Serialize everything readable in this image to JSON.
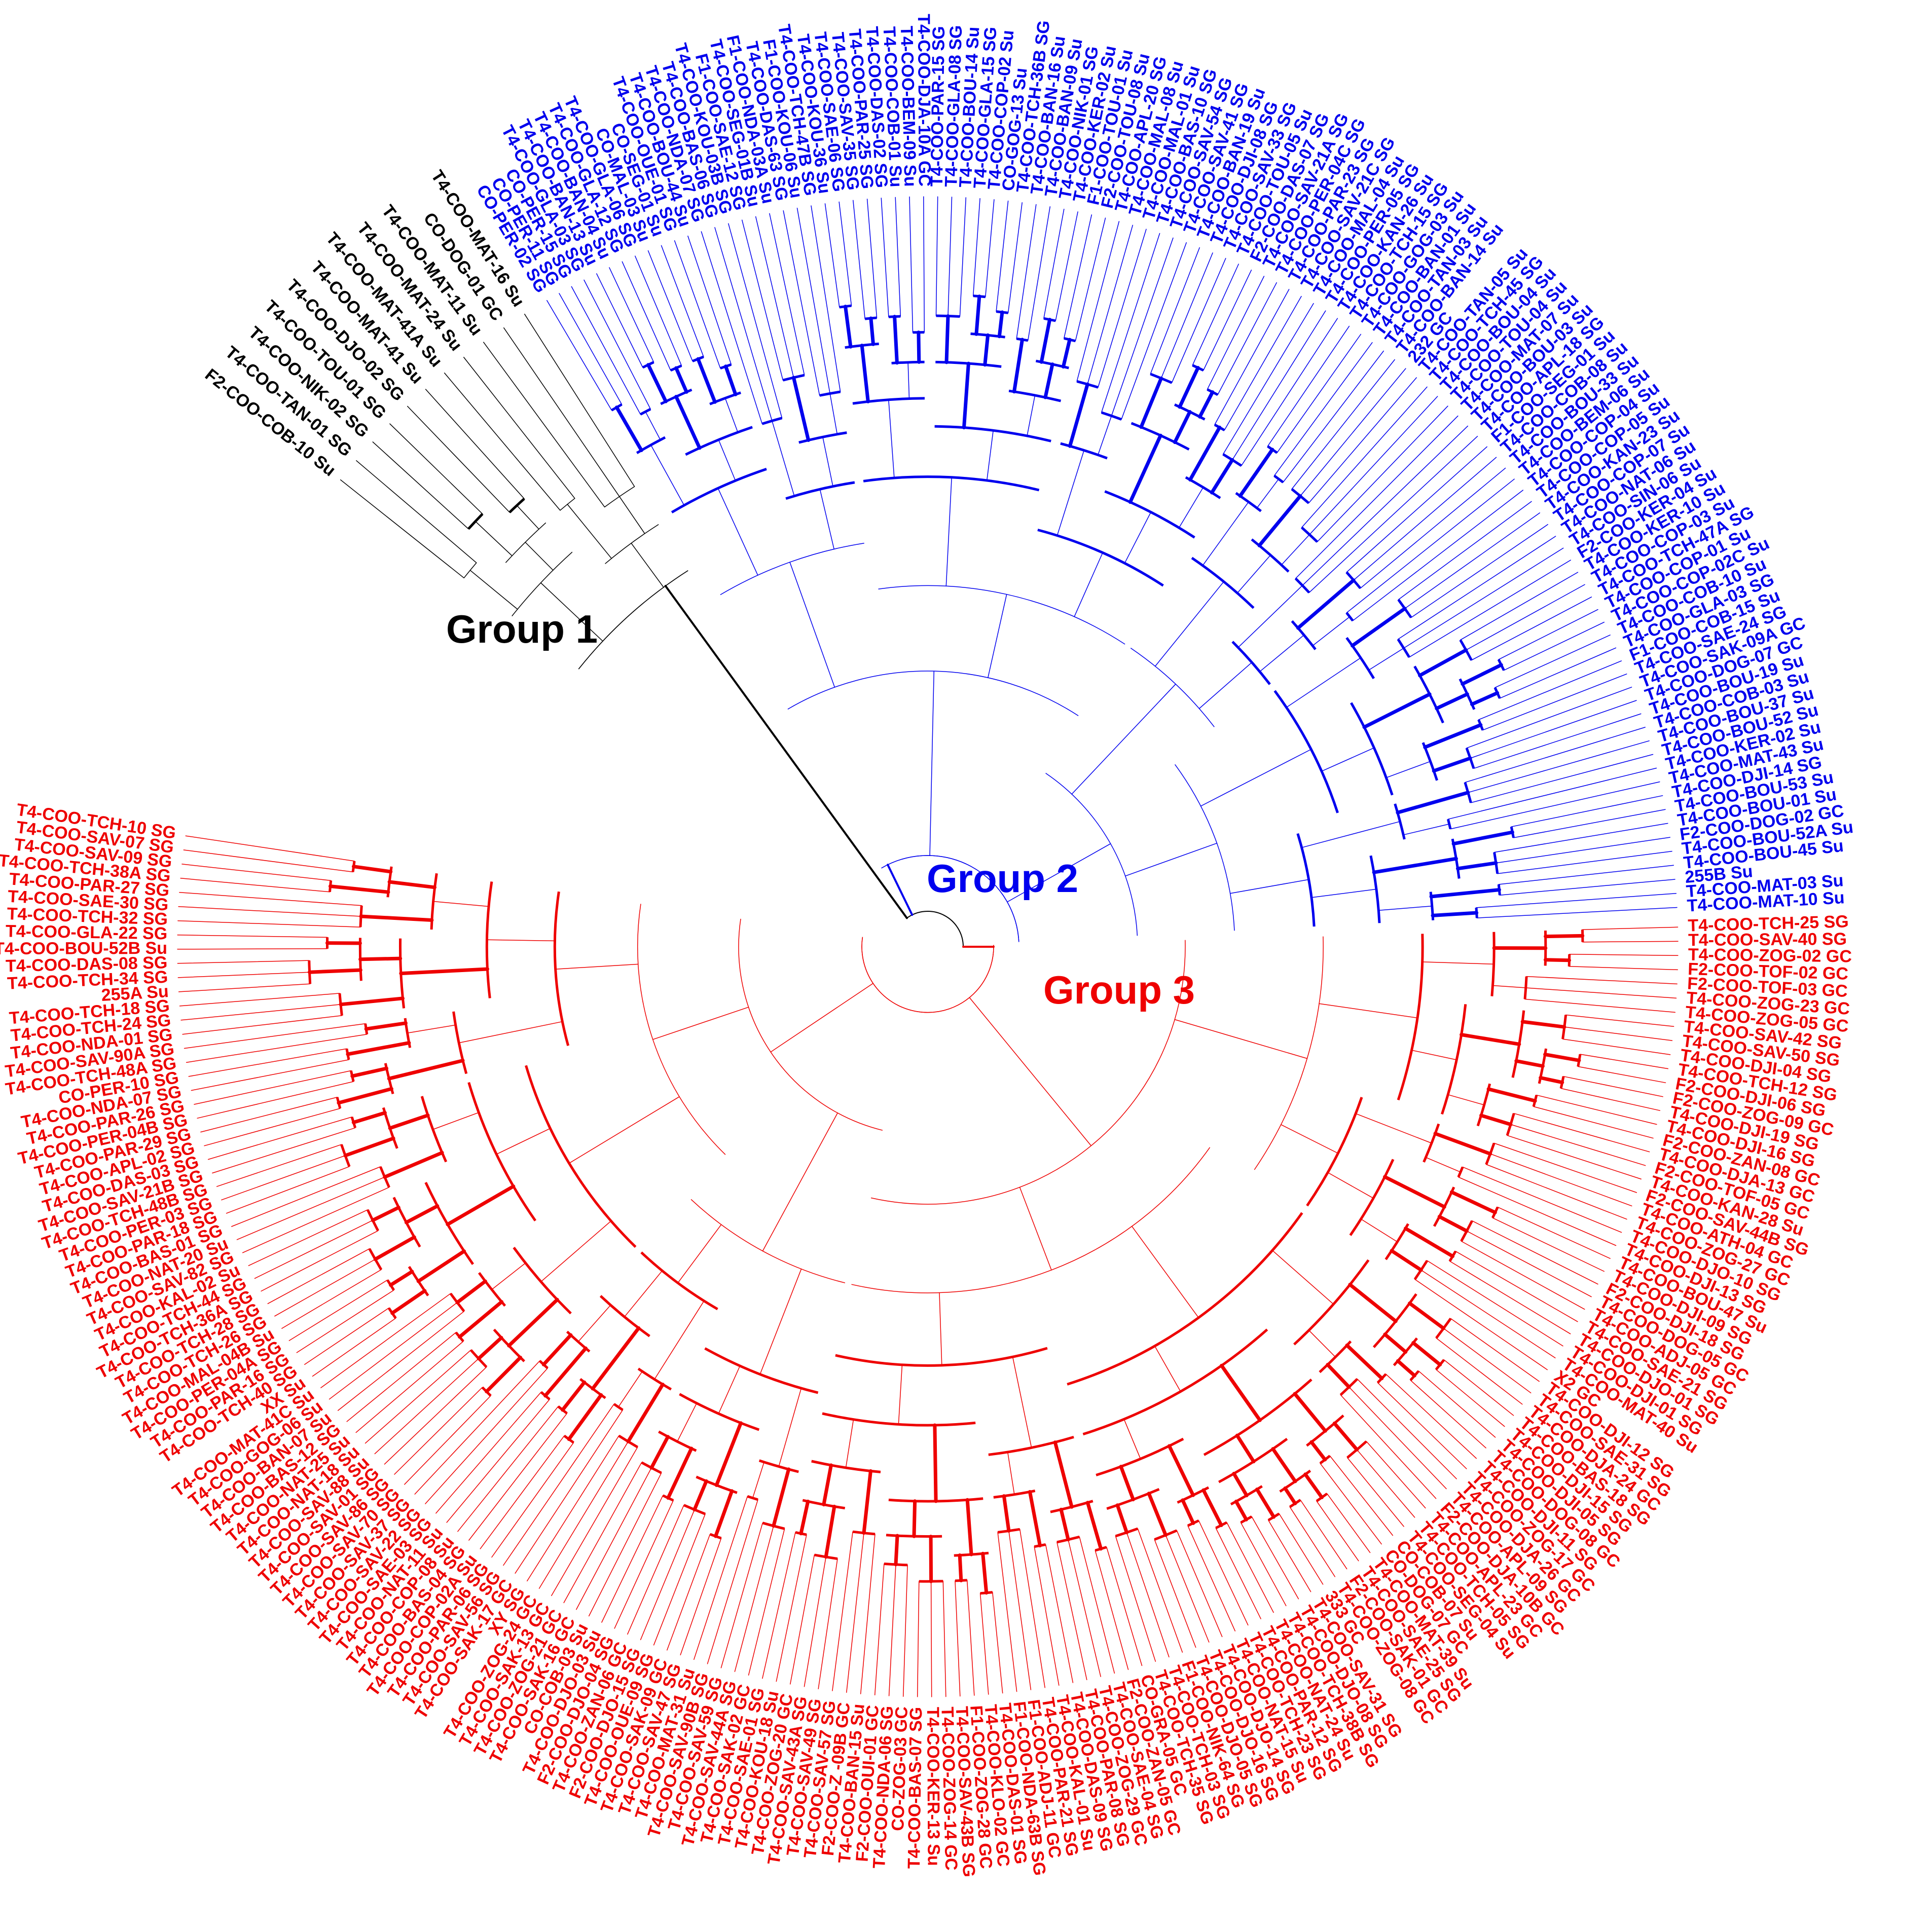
{
  "colors": {
    "group_1": "#000000",
    "group_2": "#0000ee",
    "group_3": "#ee0000"
  },
  "groups": [
    {
      "id": "group_1",
      "label": "Group 1",
      "leaves": [
        "F2-COO-COB-10 Su",
        "T4-COO-TAN-01 SG",
        "T4-COO-NIK-02 SG",
        "T4-COO-TOU-01 SG",
        "T4-COO-DJO-02 SG",
        "T4-COO-MAT-41 Su",
        "T4-COO-MAT-41A Su",
        "T4-COO-MAT-24 Su",
        "T4-COO-MAT-11 Su",
        "CO-DOG-01 GC",
        "T4-COO-MAT-16 Su"
      ]
    },
    {
      "id": "group_2",
      "label": "Group 2",
      "leaves": [
        "CO-PER-02 SG",
        "CO-PER-11 SG",
        "CO-PER-15 SG",
        "T4-COO-GLA-03 SG",
        "T4-COO-BAN-13 Su",
        "T4-COO-BAN-04 Su",
        "T4-COO-GLA-12 SG",
        "T4-COO-GLA-06 SG",
        "CO-MAL-03 Su",
        "CO-SEG-01 Su",
        "T4-COO-OUE-01 SG",
        "T4-COO-BOU-44 Su",
        "T4-COO-NDA-07 SG",
        "T4-COO-BAS-06 SG",
        "T4-COO-KOU-03B SG",
        "F1-COO-SAE-12 SG",
        "T4-COO-SEG-01B Su",
        "F1-COO-NDA-03A Su",
        "T4-COO-DAS-63 SG",
        "F1-COO-KOU-06 Su",
        "T4-COO-TCH-47B SG",
        "T4-COO-KOU-36 Su",
        "T4-COO-SAE-06 SG",
        "T4-COO-SAV-35 SG",
        "T4-COO-PAR-25 SG",
        "T4-COO-DAS-02 SG",
        "T4-COO-COB-01 Su",
        "T4-COO-BEM-09 Su",
        "T4-COO-DJA-10A GC",
        "T4-COO-PAR-15 SG",
        "T4-COO-GLA-08 SG",
        "T4-COO-BOU-14 Su",
        "T4-COO-GLA-15 SG",
        "T4-COO-COP-02 Su",
        "CO-GOG-13 Su",
        "T4-COO-TCH-36B SG",
        "T4-COO-BAN-16 Su",
        "T4-COO-BAN-09 Su",
        "T4-COO-NIK-01 SG",
        "T4-COO-KER-02 Su",
        "F1-COO-TOU-01 Su",
        "F2-COO-TOU-08 Su",
        "T4-COO-APL-20 SG",
        "T4-COO-MAL-08 Su",
        "T4-COO-MAL-01 Su",
        "T4-COO-BAS-10 SG",
        "T4-COO-SAV-54 SG",
        "T4-COO-SAV-41 SG",
        "T4-COO-BAN-19 Su",
        "T4-COO-DJI-08 SG",
        "T4-COO-SAV-33 SG",
        "T4-COO-TOU-05 Su",
        "F2-COO-DAS-07 SG",
        "T4-COO-SAV-21A SG",
        "T4-COO-PER-04C SG",
        "T4-COO-PAR-23 SG",
        "T4-COO-SAV-21C SG",
        "T4-COO-MAL-04 Su",
        "T4-COO-PER-05 SG",
        "T4-COO-KAN-26 Su",
        "T4-COO-TCH-15 SG",
        "T4-COO-GOG-03 Su",
        "T4-COO-BAN-01 Su",
        "T4-COO-TAN-03 Su",
        "T4-COO-BAN-14 Su",
        "232 GC",
        "T4-COO-TAN-05 Su",
        "T4-COO-TCH-45 SG",
        "T4-COO-BOU-04 Su",
        "T4-COO-TOU-04 Su",
        "T4-COO-MAT-07 Su",
        "T4-COO-BOU-03 Su",
        "T4-COO-APL-18 SG",
        "F1-COO-SEG-01 Su",
        "T4-COO-COB-08 Su",
        "T4-COO-BOU-33 Su",
        "T4-COO-BEM-06 Su",
        "T4-COO-COP-04 Su",
        "T4-COO-COP-05 Su",
        "T4-COO-KAN-23 Su",
        "T4-COO-COP-07 Su",
        "T4-COO-NAT-06 Su",
        "T4-COO-SIN-06 Su",
        "F2-COO-KER-04 Su",
        "T4-COO-KER-10 Su",
        "T4-COO-COP-03 Su",
        "T4-COO-TCH-47A SG",
        "T4-COO-COP-01 Su",
        "T4-COO-COP-02C Su",
        "T4-COO-COB-10 Su",
        "T4-COO-GLA-03 SG",
        "F1-COO-COB-15 Su",
        "T4-COO-SAE-24 SG",
        "T4-COO-SAK-09A GC",
        "T4-COO-DOG-07 GC",
        "T4-COO-BOU-19 Su",
        "T4-COO-COB-03 Su",
        "T4-COO-BOU-37 Su",
        "T4-COO-BOU-52 Su",
        "T4-COO-KER-02 Su",
        "T4-COO-MAT-43 Su",
        "T4-COO-DJI-14 SG",
        "T4-COO-BOU-53 Su",
        "T4-COO-BOU-01 Su",
        "F2-COO-DOG-02 GC",
        "T4-COO-BOU-52A Su",
        "T4-COO-BOU-45 Su",
        "255B Su",
        "T4-COO-MAT-03 Su",
        "T4-COO-MAT-10 Su"
      ]
    },
    {
      "id": "group_3",
      "label": "Group 3",
      "leaves": [
        "T4-COO-TCH-25 SG",
        "T4-COO-SAV-40 SG",
        "T4-COO-ZOG-02 GC",
        "F2-COO-TOF-02 GC",
        "F2-COO-TOF-03 GC",
        "T4-COO-ZOG-23 GC",
        "T4-COO-ZOG-05 GC",
        "T4-COO-SAV-42 SG",
        "T4-COO-SAV-50 SG",
        "T4-COO-DJI-04 SG",
        "T4-COO-TCH-12 SG",
        "F2-COO-DJI-06 SG",
        "F2-COO-ZOG-09 GC",
        "T4-COO-DJI-19 SG",
        "T4-COO-DJI-16 SG",
        "F2-COO-ZAN-08 GC",
        "T4-COO-DJA-13 GC",
        "F2-COO-TOF-05 GC",
        "T4-COO-KAN-28 Su",
        "F2-COO-SAV-44B SG",
        "T4-COO-ATH-04 GC",
        "T4-COO-ZOG-27 GC",
        "T4-COO-DJO-10 SG",
        "T4-COO-DJI-13 SG",
        "T4-COO-BOU-47 Su",
        "T4-COO-DJI-09 SG",
        "F2-COO-DJI-18 SG",
        "T4-COO-DOG-05 GC",
        "T4-COO-ADJ-05 GC",
        "T4-COO-SAE-21 SG",
        "T4-COO-DJO-01 SG",
        "T4-COO-DJI-01 SG",
        "T4-COO-MAT-40 Su",
        "X2 GC",
        "T4-COO-DJI-12 SG",
        "T4-COO-SAE-31 SG",
        "T4-COO-DJA-24 GC",
        "T4-COO-BAS-18 SG",
        "T4-COO-DJI-15 SG",
        "T4-COO-DJI-05 SG",
        "T4-COO-DOG-08 GC",
        "T4-COO-DJI-11 SG",
        "T4-COO-ZOG-17 GC",
        "T4-COO-DJA-26 GC",
        "T4-COO-APL-09 SG",
        "F2-COO-DJA-10B GC",
        "T4-COO-APL-23 GC",
        "T4-COO-TCH-05 SG",
        "T4-COO-SEG-04 Su",
        "CO-COB-07 Su",
        "CO-DOG-07 GC",
        "T4-COO-MAT-39 Su",
        "T4-COO-SAE-25 SG",
        "F2-COO-SAK-01 GC",
        "T4-COO-ZOG-08 GC",
        "333 GC",
        "T4-COO-SAV-31 SG",
        "T4-COO-DJO-08 SG",
        "T4-COO-TCH-38B SG",
        "T4-COO-NAT-24 Su",
        "T4-COO-PAR-12 SG",
        "T4-COO-TCH-23 SG",
        "T4-COO-NAT-15 Su",
        "T4-COO-DJO-14 SG",
        "T4-COO-DJO-16 SG",
        "T4-COO-DJO-05 SG",
        "F1-COO-NIK-64 SG",
        "T4-COO-TCH-03 SG",
        "T4-COO-TCH-35 SG",
        "CO-GRA-05 GC",
        "F2-COO-ZAN-05 GC",
        "T4-COO-SAE-04 SG",
        "T4-COO-ZOG-29 GC",
        "T4-COO-PAR-08 SG",
        "T4-COO-DAS-09 SG",
        "T4-COO-KAL-01 Su",
        "T4-COO-PAR-21 SG",
        "F1-COO-ADJ-11 GC",
        "F1-COO-NDA-63B SG",
        "T4-COO-DAS-01 SG",
        "T4-COO-KLO-02 GC",
        "F1-COO-ZOG-28 GC",
        "T4-COO-SAV-43B SG",
        "T4-COO-ZOG-14 GC",
        "T4-COO-KER-13 Su",
        "T4-COO-BAS-07 SG",
        "CO-ZOG-03 GC",
        "T4-COO-NDA-06 SG",
        "F2-COO-OUI-01 GC",
        "T4-COO-BAN-15 Su",
        "F2-COO-Z -09B GC",
        "T4-COO-SAV-57 SG",
        "T4-COO-SAV-49 SG",
        "T4-COO-SAV-43A SG",
        "T4-COO-ZOG-20 GC",
        "T4-COO-KOU-18 Su",
        "T4-COO-SAE-01 SG",
        "T4-COO-SAK-02 GC",
        "T4-COO-SAV-44A SG",
        "T4-COO-SAV-59 SG",
        "T4-COO-SAV-90B SG",
        "T4-COO-MAT-31 Su",
        "T4-COO-SAV-47 SG",
        "T4-COO-SAK-09 GC",
        "T4-COO-OUE-09 SG",
        "F2-COO-DJO-15 SG",
        "T4-COO-ZAN-06 GC",
        "F2-COO-DJO-04 SG",
        "T4-COO-DJO-03 Su",
        "CO-COB-03 Su",
        "T4-COO-SAK-16 GC",
        "T4-COO-ZOG-21 GC",
        "T4-COO-SAK-13 GC",
        "T4-COO-ZOG-24 GC",
        "XY SG",
        "T4-COO-SAK-17 GC",
        "T4-COO-SAV-56 SG",
        "T4-COO-PAR-06 SG",
        "T4-COO-COP-02A Su",
        "T4-COO-BAS-04 SG",
        "T4-COO-COP-08 Su",
        "T4-COO-NAT-11 Su",
        "T4-COO-SAE-03 SG",
        "T4-COO-SAV-22 SG",
        "T4-COO-SAV-37 SG",
        "T4-COO-SAV-70 SG",
        "T4-COO-SAV-86 SG",
        "T4-COO-SAV-01 SG",
        "T4-COO-SAV-88 Su",
        "T4-COO-NAT-18 Su",
        "T4-COO-NAT-25 Su",
        "T4-COO-BAS-12 SG",
        "T4-COO-BAN-07 Su",
        "T4-COO-GOG-06 Su",
        "T4-COO-MAT-41C Su",
        "XX Su",
        "T4-COO-TCH-40 SG",
        "T4-COO-PAR-16 SG",
        "T4-COO-PER-04A SG",
        "T4-COO-MAL-04B Su",
        "T4-COO-TCH-26 SG",
        "T4-COO-TCH-28 SG",
        "T4-COO-TCH-36A SG",
        "T4-COO-TCH-44 SG",
        "T4-COO-KAL-02 Su",
        "T4-COO-SAV-82 SG",
        "T4-COO-NAT-20 Su",
        "T4-COO-BAS-01 SG",
        "T4-COO-PAR-18 SG",
        "T4-COO-PER-03 SG",
        "T4-COO-TCH-48B SG",
        "T4-COO-SAV-21B SG",
        "T4-COO-DAS-03 SG",
        "T4-COO-APL-02 SG",
        "T4-COO-PAR-29 SG",
        "T4-COO-PER-04B SG",
        "T4-COO-PAR-26 SG",
        "T4-COO-NDA-07 SG",
        "CO-PER-10 SG",
        "T4-COO-TCH-48A SG",
        "T4-COO-SAV-90A SG",
        "T4-COO-NDA-01 SG",
        "T4-COO-TCH-24 SG",
        "T4-COO-TCH-18 SG",
        "255A Su",
        "T4-COO-TCH-34 SG",
        "T4-COO-DAS-08 SG",
        "T4-COO-BOU-52B Su",
        "T4-COO-GLA-22 SG",
        "T4-COO-TCH-32 SG",
        "T4-COO-SAE-30 SG",
        "T4-COO-PAR-27 SG",
        "T4-COO-TCH-38A SG",
        "T4-COO-SAV-09 SG",
        "T4-COO-SAV-07 SG",
        "T4-COO-TCH-10 SG"
      ]
    }
  ]
}
